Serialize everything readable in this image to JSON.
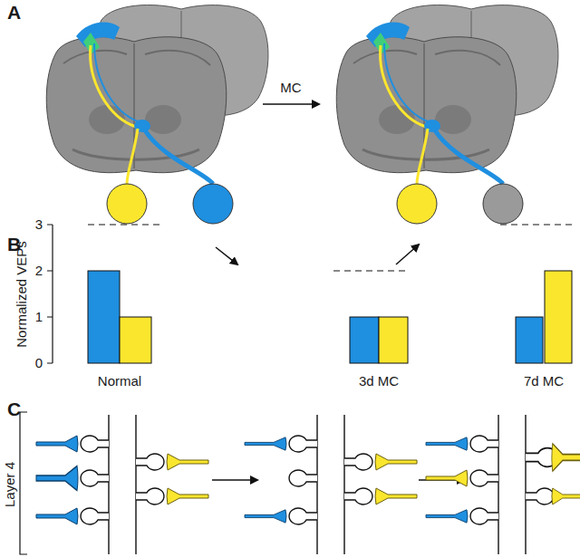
{
  "diagram": {
    "labels": [
      "A",
      "MC",
      "B",
      "3",
      "2",
      "1",
      "0",
      "Normal",
      "3d MC",
      "7d MC",
      "Normalized VEPs",
      "C",
      "Layer 4"
    ]
  }
}
